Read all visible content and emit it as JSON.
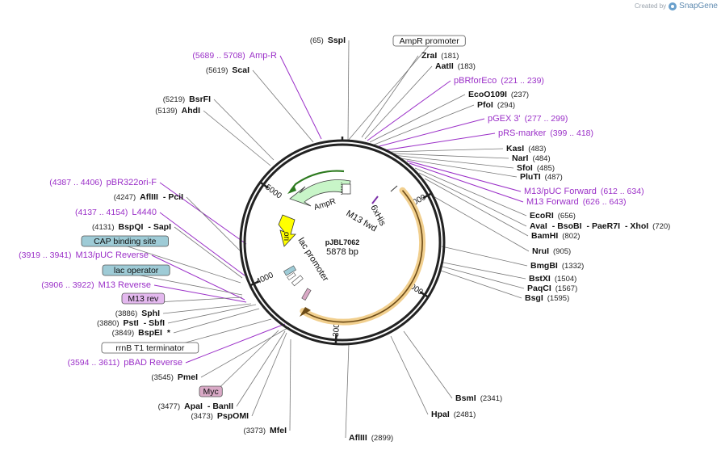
{
  "watermark": {
    "prefix": "Created by",
    "brand": "SnapGene"
  },
  "plasmid": {
    "name": "pJBL7062",
    "length": 5878,
    "size_label": "5878 bp"
  },
  "colors": {
    "feature_label": "#9b30c8",
    "enzyme_line": "#777777",
    "backbone": "#222222",
    "amp": "#c8f5c8",
    "ori": "#ffff00",
    "araC": "#fbe0b0",
    "lacop": "#9ecbd6",
    "m13rev": "#e3b8ee",
    "myc": "#d9a9c6"
  },
  "ticks": [
    {
      "bp": 1000,
      "label": "1000"
    },
    {
      "bp": 2000,
      "label": "2000"
    },
    {
      "bp": 3000,
      "label": "3000"
    },
    {
      "bp": 5000,
      "label": "5000"
    },
    {
      "bp": 4000,
      "label": "4000"
    }
  ],
  "inner_labels": {
    "ampr": "AmpR",
    "ori": "ori",
    "lac_promoter": "lac promoter",
    "m13_fwd": "M13 fwd",
    "his": "6xHis"
  },
  "right_labels": [
    {
      "parts": [
        {
          "t": "ZraI",
          "b": true
        },
        {
          "t": "(181)"
        }
      ]
    },
    {
      "parts": [
        {
          "t": "AatII",
          "b": true
        },
        {
          "t": "(183)"
        }
      ]
    },
    {
      "parts": [
        {
          "t": "pBRforEco",
          "f": true
        },
        {
          "t": "(221 .. 239)",
          "f": true
        }
      ]
    },
    {
      "parts": [
        {
          "t": "EcoO109I",
          "b": true
        },
        {
          "t": "(237)"
        }
      ]
    },
    {
      "parts": [
        {
          "t": "PfoI",
          "b": true
        },
        {
          "t": "(294)"
        }
      ]
    },
    {
      "parts": [
        {
          "t": "pGEX 3'",
          "f": true
        },
        {
          "t": "(277 .. 299)",
          "f": true
        }
      ]
    },
    {
      "parts": [
        {
          "t": "pRS-marker",
          "f": true
        },
        {
          "t": "(399 .. 418)",
          "f": true
        }
      ]
    },
    {
      "parts": [
        {
          "t": "KasI",
          "b": true
        },
        {
          "t": "(483)"
        }
      ]
    },
    {
      "parts": [
        {
          "t": "NarI",
          "b": true
        },
        {
          "t": "(484)"
        }
      ]
    },
    {
      "parts": [
        {
          "t": "SfoI",
          "b": true
        },
        {
          "t": "(485)"
        }
      ]
    },
    {
      "parts": [
        {
          "t": "PluTI",
          "b": true
        },
        {
          "t": "(487)"
        }
      ]
    },
    {
      "parts": [
        {
          "t": "M13/pUC Forward",
          "f": true
        },
        {
          "t": "(612 .. 634)",
          "f": true
        }
      ]
    },
    {
      "parts": [
        {
          "t": "M13 Forward",
          "f": true
        },
        {
          "t": "(626 .. 643)",
          "f": true
        }
      ]
    },
    {
      "parts": [
        {
          "t": "EcoRI",
          "b": true
        },
        {
          "t": "(656)"
        }
      ]
    },
    {
      "parts": [
        {
          "t": "AvaI",
          "b": true
        },
        {
          "t": "- BsoBI",
          "b": true
        },
        {
          "t": "- PaeR7I",
          "b": true
        },
        {
          "t": "- XhoI",
          "b": true
        },
        {
          "t": "(720)"
        }
      ]
    },
    {
      "parts": [
        {
          "t": "BamHI",
          "b": true
        },
        {
          "t": "(802)"
        }
      ]
    },
    {
      "parts": [
        {
          "t": "NruI",
          "b": true
        },
        {
          "t": "(905)"
        }
      ]
    },
    {
      "parts": [
        {
          "t": "BmgBI",
          "b": true
        },
        {
          "t": "(1332)"
        }
      ]
    },
    {
      "parts": [
        {
          "t": "BstXI",
          "b": true
        },
        {
          "t": "(1504)"
        }
      ]
    },
    {
      "parts": [
        {
          "t": "PaqCI",
          "b": true
        },
        {
          "t": "(1567)"
        }
      ]
    },
    {
      "parts": [
        {
          "t": "BsgI",
          "b": true
        },
        {
          "t": "(1595)"
        }
      ]
    },
    {
      "parts": [
        {
          "t": "BsmI",
          "b": true
        },
        {
          "t": "(2341)"
        }
      ]
    },
    {
      "parts": [
        {
          "t": "HpaI",
          "b": true
        },
        {
          "t": "(2481)"
        }
      ]
    },
    {
      "parts": [
        {
          "t": "AflIII",
          "b": true
        },
        {
          "t": "(2899)"
        }
      ]
    }
  ],
  "left_labels": [
    {
      "parts": [
        {
          "t": "(65)"
        },
        {
          "t": "SspI",
          "b": true
        }
      ]
    },
    {
      "parts": [
        {
          "t": "(5689 .. 5708)",
          "f": true
        },
        {
          "t": "Amp-R",
          "f": true
        }
      ]
    },
    {
      "parts": [
        {
          "t": "(5619)"
        },
        {
          "t": "ScaI",
          "b": true
        }
      ]
    },
    {
      "parts": [
        {
          "t": "(5219)"
        },
        {
          "t": "BsrFI",
          "b": true
        }
      ]
    },
    {
      "parts": [
        {
          "t": "(5139)"
        },
        {
          "t": "AhdI",
          "b": true
        }
      ]
    },
    {
      "parts": [
        {
          "t": "(4387 .. 4406)",
          "f": true
        },
        {
          "t": "pBR322ori-F",
          "f": true
        }
      ]
    },
    {
      "parts": [
        {
          "t": "(4247)"
        },
        {
          "t": "AflIII",
          "b": true
        },
        {
          "t": "- PciI",
          "b": true
        }
      ]
    },
    {
      "parts": [
        {
          "t": "(4137 .. 4154)",
          "f": true
        },
        {
          "t": "L4440",
          "f": true
        }
      ]
    },
    {
      "parts": [
        {
          "t": "(4131)"
        },
        {
          "t": "BspQI",
          "b": true
        },
        {
          "t": "- SapI",
          "b": true
        }
      ]
    },
    {
      "parts": [
        {
          "t": "(3919 .. 3941)",
          "f": true
        },
        {
          "t": "M13/pUC Reverse",
          "f": true
        }
      ]
    },
    {
      "parts": [
        {
          "t": "(3906 .. 3922)",
          "f": true
        },
        {
          "t": "M13 Reverse",
          "f": true
        }
      ]
    },
    {
      "parts": [
        {
          "t": "(3886)"
        },
        {
          "t": "SphI",
          "b": true
        }
      ]
    },
    {
      "parts": [
        {
          "t": "(3880)"
        },
        {
          "t": "PstI",
          "b": true
        },
        {
          "t": "- SbfI",
          "b": true
        }
      ]
    },
    {
      "parts": [
        {
          "t": "(3849)"
        },
        {
          "t": "BspEI",
          "b": true
        },
        {
          "t": "*",
          "b": true
        }
      ]
    },
    {
      "parts": [
        {
          "t": "(3594 .. 3611)",
          "f": true
        },
        {
          "t": "pBAD Reverse",
          "f": true
        }
      ]
    },
    {
      "parts": [
        {
          "t": "(3545)"
        },
        {
          "t": "PmeI",
          "b": true
        }
      ]
    },
    {
      "parts": [
        {
          "t": "(3477)"
        },
        {
          "t": "ApaI",
          "b": true
        },
        {
          "t": "- BanII",
          "b": true
        }
      ]
    },
    {
      "parts": [
        {
          "t": "(3473)"
        },
        {
          "t": "PspOMI",
          "b": true
        }
      ]
    },
    {
      "parts": [
        {
          "t": "(3373)"
        },
        {
          "t": "MfeI",
          "b": true
        }
      ]
    }
  ],
  "boxes": [
    {
      "label": "AmpR promoter",
      "fill": "#ffffff"
    },
    {
      "label": "CAP binding site",
      "fill": "#9ecbd6"
    },
    {
      "label": "lac operator",
      "fill": "#9ecbd6"
    },
    {
      "label": "M13 rev",
      "fill": "#e3b8ee"
    },
    {
      "label": "rrnB T1 terminator",
      "fill": "#ffffff"
    },
    {
      "label": "Myc",
      "fill": "#d9a9c6"
    }
  ]
}
